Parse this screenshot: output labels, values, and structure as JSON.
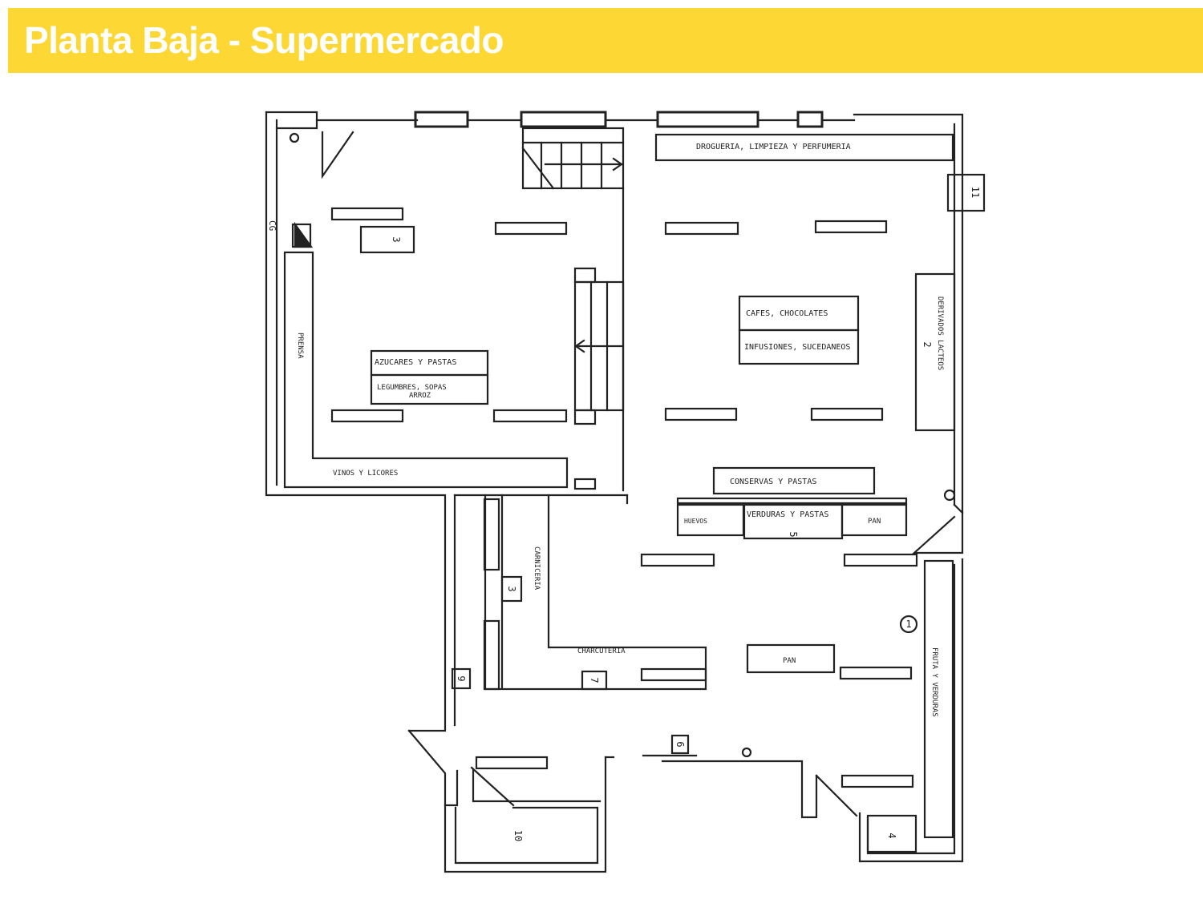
{
  "header": {
    "title": "Planta Baja - Supermercado"
  },
  "colors": {
    "banner": "#fdd835",
    "title_text": "#ffffff",
    "ink": "#222222"
  },
  "plan": {
    "labels": {
      "drogueria": "DROGUERIA, LIMPIEZA Y PERFUMERIA",
      "cafes": "CAFES, CHOCOLATES",
      "infusiones": "INFUSIONES, SUCEDANEOS",
      "derivados": "DERIVADOS LACTEOS",
      "azucares": "AZUCARES Y PASTAS",
      "legumbres_1": "LEGUMBRES, SOPAS",
      "legumbres_2": "ARROZ",
      "prensa": "PRENSA",
      "vinos": "VINOS Y LICORES",
      "conservas": "CONSERVAS Y PASTAS",
      "huevos": "HUEVOS",
      "verduras_pastas": "VERDURAS Y PASTAS",
      "pan_top": "PAN",
      "carniceria": "CARNICERIA",
      "charcuteria": "CHARCUTERIA",
      "pan_mid": "PAN",
      "fruta": "FRUTA Y VERDURAS",
      "cg": "CG"
    },
    "numbers": {
      "n1": "1",
      "n2": "2",
      "n3a": "3",
      "n3b": "3",
      "n4": "4",
      "n5": "5",
      "n6": "6",
      "n7": "7",
      "n9": "9",
      "n10": "10",
      "n11": "11"
    }
  }
}
